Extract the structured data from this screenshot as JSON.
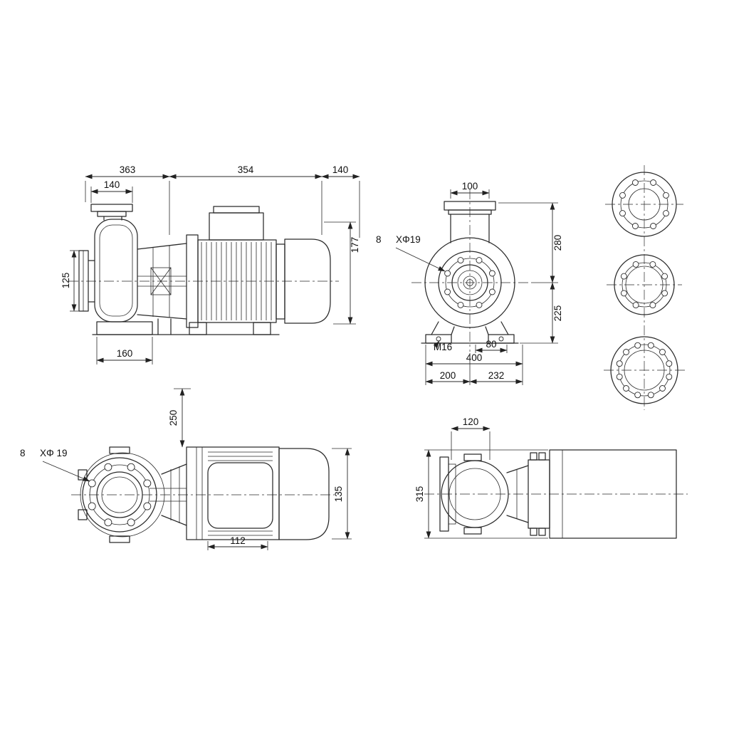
{
  "drawing": {
    "side_view": {
      "dim_pump_length": "363",
      "dim_motor_length": "354",
      "dim_fan_cover": "140",
      "dim_flange_width": "140",
      "dim_suction_flange": "125",
      "dim_motor_height": "177",
      "dim_foot_length": "160"
    },
    "end_view": {
      "dim_port_width": "100",
      "bolt_count": "8",
      "bolt_spec": "XΦ19",
      "dim_center_to_top": "280",
      "dim_center_to_base": "225",
      "anchor_thread": "M16",
      "dim_anchor_offset": "80",
      "dim_base_length": "400",
      "dim_base_left": "200",
      "dim_base_right": "232"
    },
    "plan_view": {
      "dim_view_offset": "250",
      "bolt_count": "8",
      "bolt_spec": "XΦ 19",
      "dim_motor_width": "135",
      "dim_foot_width": "112"
    },
    "shaft_view": {
      "dim_port_width": "120",
      "dim_overall_width": "315"
    }
  }
}
